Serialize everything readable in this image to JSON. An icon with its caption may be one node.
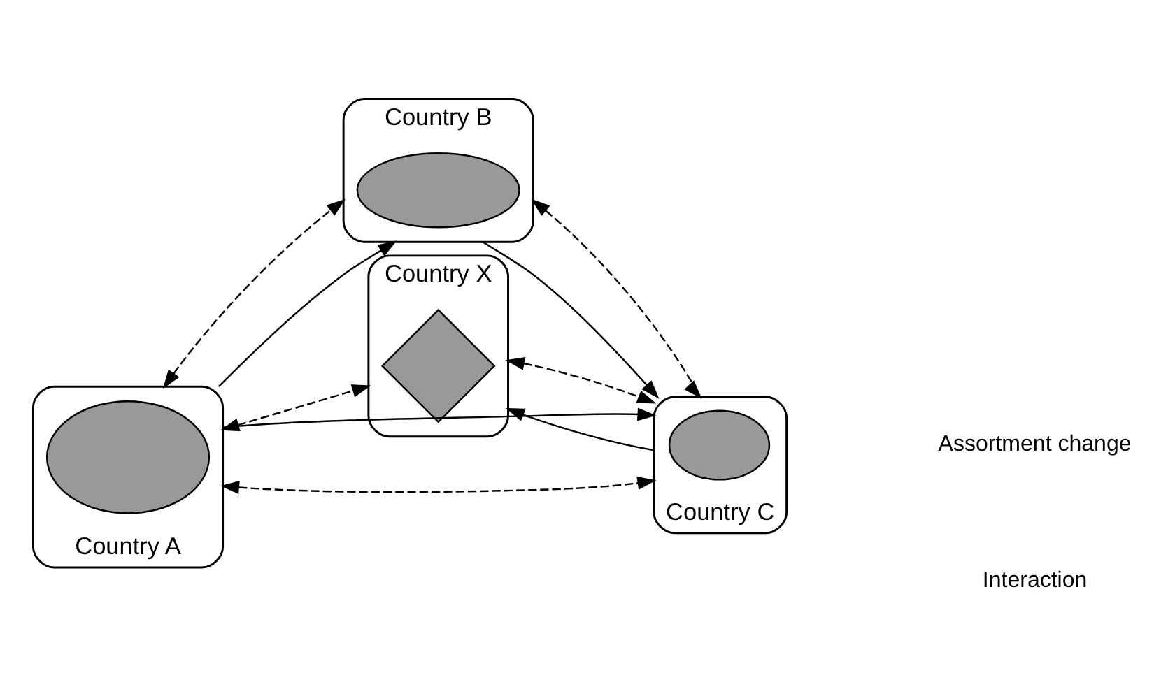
{
  "diagram": {
    "nodes": [
      {
        "text": [
          "Country B"
        ]
      },
      {
        "text": [],
        "shape": "ellipse",
        "in": 0
      },
      {
        "text": [
          "Country A"
        ]
      },
      {
        "text": [],
        "shape": "ellipse",
        "in": 2
      },
      {
        "text": [
          "Country C"
        ]
      },
      {
        "text": [],
        "shape": "ellipse",
        "in": 4
      },
      {
        "text": [
          "Country X"
        ]
      },
      {
        "text": [],
        "shape": "diamond",
        "in": 6
      }
    ],
    "edges": [
      {
        "from": 2,
        "to": 0,
        "arrow": "to"
      },
      {
        "from": 2,
        "to": 0,
        "arrow": "both",
        "style": "dashed"
      },
      {
        "from": 0,
        "to": 4,
        "arrow": "to"
      },
      {
        "from": 0,
        "to": 4,
        "arrow": "both",
        "style": "dashed"
      },
      {
        "from": 2,
        "to": 4,
        "arrow": "both",
        "style": "dashed"
      },
      {
        "from": 2,
        "to": 4,
        "arrow": "to"
      },
      {
        "from": 2,
        "to": 6,
        "arrow": "both",
        "style": "dashed"
      },
      {
        "from": 6,
        "to": 4,
        "arrow": "both",
        "style": "dashed"
      },
      {
        "from": 4,
        "to": 6,
        "arrow": "to"
      }
    ],
    "legend": [
      {
        "text": "Assortment change"
      },
      {
        "text": "Interaction"
      }
    ]
  }
}
